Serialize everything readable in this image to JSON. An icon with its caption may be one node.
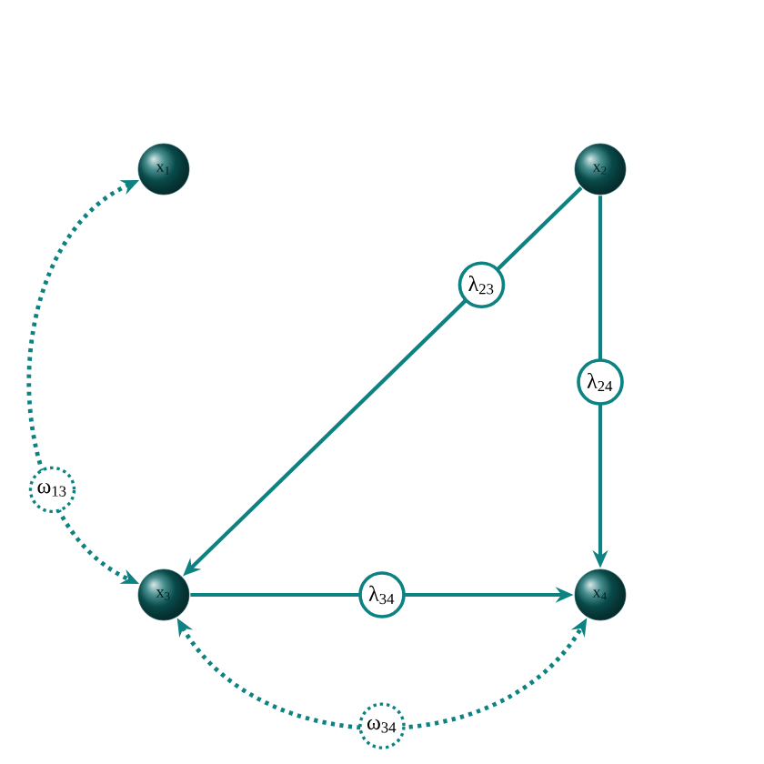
{
  "diagram": {
    "nodes": [
      {
        "text": [
          "x$_{1}$"
        ]
      },
      {
        "text": [
          "x$_{2}$"
        ]
      },
      {
        "text": [
          "x$_{3}$"
        ]
      },
      {
        "text": [
          "x$_{4}$"
        ]
      }
    ],
    "edges": [
      {
        "from": 1,
        "to": 2,
        "arrow": "to",
        "label": "λ$_{23}$"
      },
      {
        "from": 1,
        "to": 3,
        "arrow": "to",
        "label": "λ$_{24}$"
      },
      {
        "from": 2,
        "to": 3,
        "arrow": "to",
        "label": "λ$_{34}$"
      },
      {
        "from": 0,
        "to": 2,
        "arrow": "both",
        "label": "ω$_{13}$",
        "style": "dashed"
      },
      {
        "from": 2,
        "to": 3,
        "arrow": "both",
        "label": "ω$_{34}$",
        "style": "dashed"
      }
    ]
  }
}
